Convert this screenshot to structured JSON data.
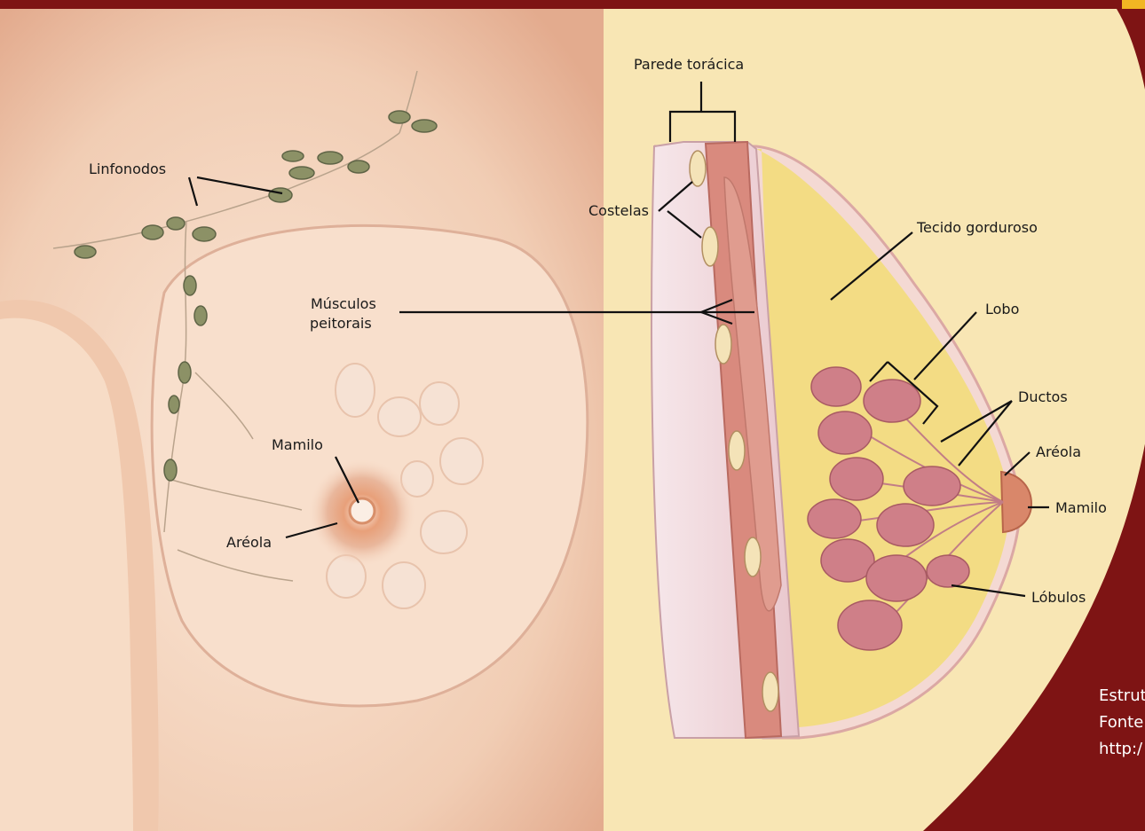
{
  "labels": {
    "linfonodos": "Linfonodos",
    "musculos_1": "Músculos",
    "musculos_2": "peitorais",
    "mamilo_left": "Mamilo",
    "areola_left": "Aréola",
    "parede": "Parede torácica",
    "costelas": "Costelas",
    "tecido": "Tecido gorduroso",
    "lobo": "Lobo",
    "ductos": "Ductos",
    "areola_right": "Aréola",
    "mamilo_right": "Mamilo",
    "lobulos": "Lóbulos"
  },
  "caption": {
    "line1": "Estrut",
    "line2": "Fonte",
    "line3": "http:/"
  },
  "colors": {
    "frame": "#7e1414",
    "skin": "#f6dcc8",
    "panel": "#f8e6b4",
    "fat": "#f3dc84",
    "muscle": "#d98a7e",
    "lobule": "#cf7f88",
    "node": "#8c9166"
  }
}
